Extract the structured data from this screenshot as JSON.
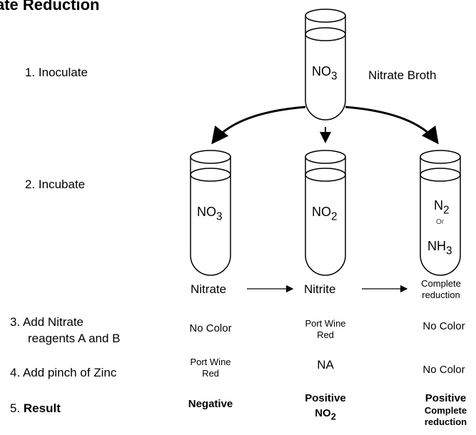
{
  "title": "ate Reduction",
  "steps": {
    "s1": "1. Inoculate",
    "s2": "2. Incubate",
    "s3_line1": "3. Add Nitrate",
    "s3_line2": "reagents A and B",
    "s4": "4.  Add pinch of Zinc",
    "s5_num": "5. ",
    "s5_label": "Result"
  },
  "broth_tube": {
    "main": "NO",
    "sub": "3",
    "label": "Nitrate Broth"
  },
  "tubes": {
    "left": {
      "main": "NO",
      "sub": "3"
    },
    "middle": {
      "main": "NO",
      "sub": "2"
    },
    "right": {
      "n_main": "N",
      "n_sub": "2",
      "or": "Or",
      "nh_main": "NH",
      "nh_sub": "3"
    }
  },
  "stages": {
    "nitrate": "Nitrate",
    "nitrite": "Nitrite",
    "complete_line1": "Complete",
    "complete_line2": "reduction"
  },
  "row3": {
    "left": "No Color",
    "middle_line1": "Port Wine",
    "middle_line2": "Red",
    "right": "No Color"
  },
  "row4": {
    "left_line1": "Port Wine",
    "left_line2": "Red",
    "middle": "NA",
    "right": "No Color"
  },
  "row5": {
    "left": "Negative",
    "middle_line1": "Positive",
    "middle_main": "NO",
    "middle_sub": "2",
    "right_line1": "Positive",
    "right_line2": "Complete",
    "right_line3": "reduction"
  }
}
